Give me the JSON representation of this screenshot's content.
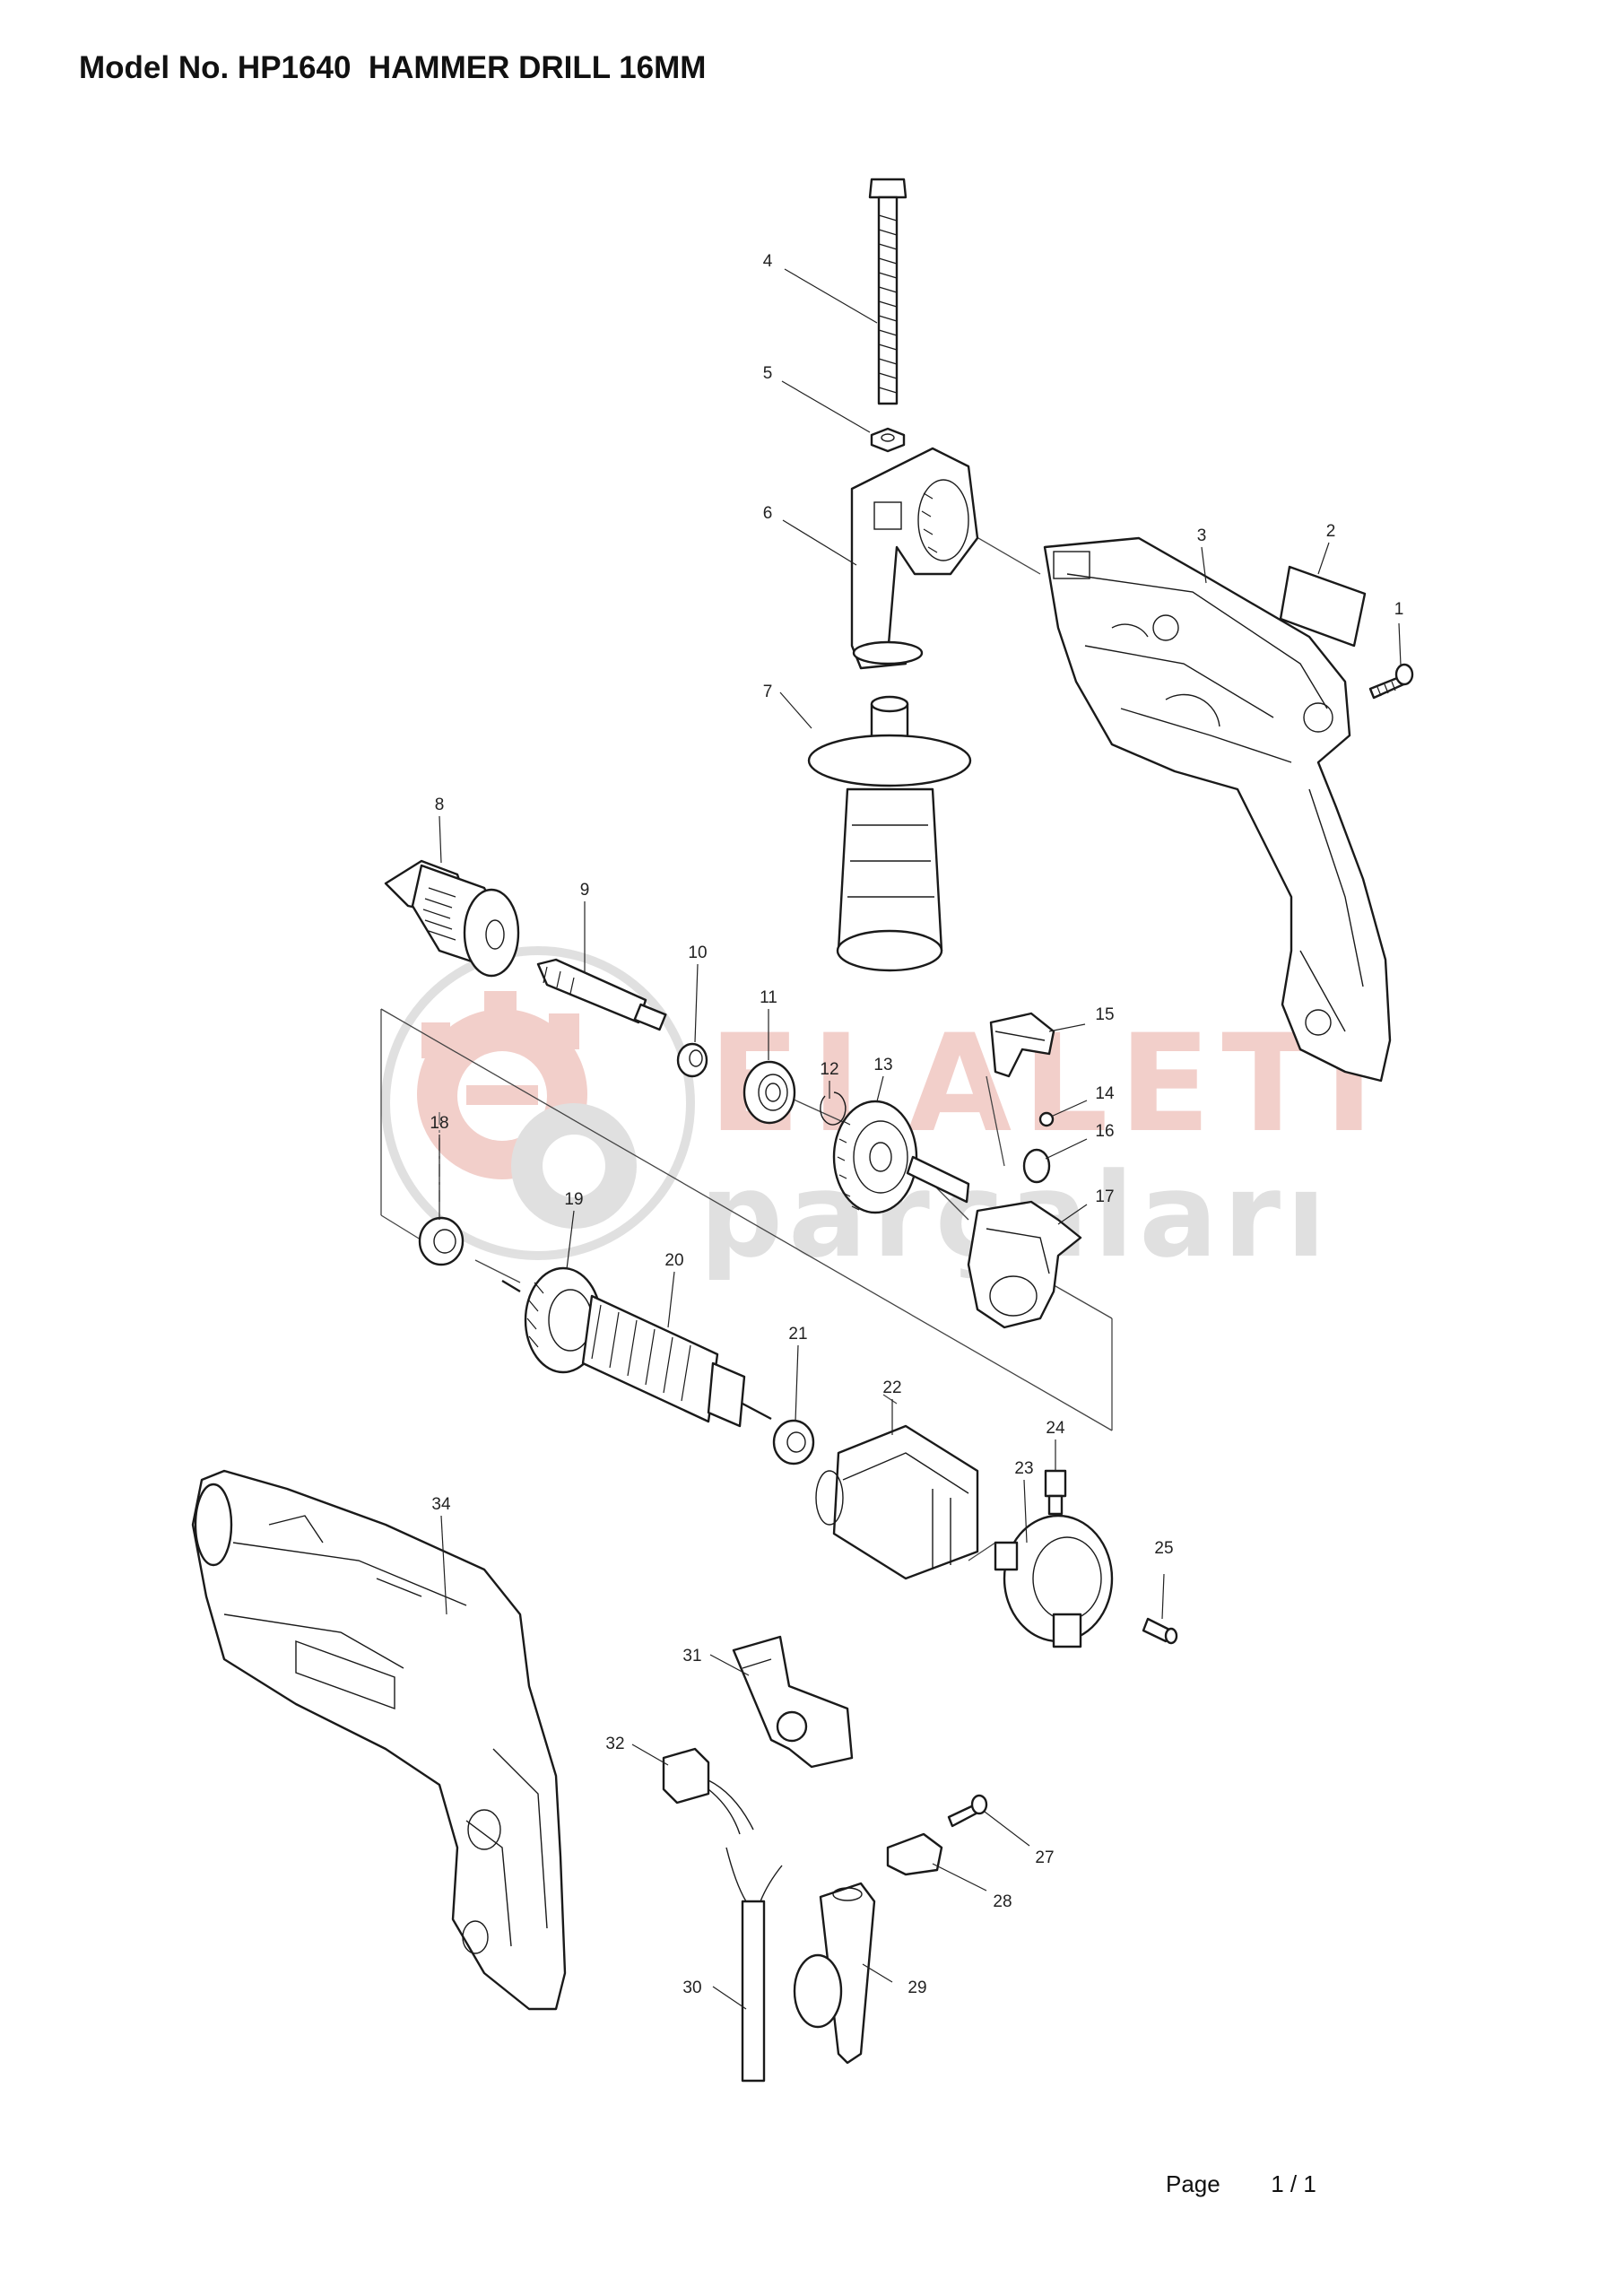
{
  "title": "Model No. HP1640  HAMMER DRILL 16MM",
  "footer": {
    "page_label": "Page",
    "page_number": "1 / 1"
  },
  "watermark": {
    "brand": "ELALETI",
    "sub": "parçaları",
    "color_primary": "#e8a8a0",
    "color_secondary": "#c8c8c8"
  },
  "parts": [
    {
      "id": "p1",
      "label": "1"
    },
    {
      "id": "p2",
      "label": "2"
    },
    {
      "id": "p3",
      "label": "3"
    },
    {
      "id": "p4",
      "label": "4"
    },
    {
      "id": "p5",
      "label": "5"
    },
    {
      "id": "p6",
      "label": "6"
    },
    {
      "id": "p7",
      "label": "7"
    },
    {
      "id": "p8",
      "label": "8"
    },
    {
      "id": "p9",
      "label": "9"
    },
    {
      "id": "p10",
      "label": "10"
    },
    {
      "id": "p11",
      "label": "11"
    },
    {
      "id": "p12",
      "label": "12"
    },
    {
      "id": "p13",
      "label": "13"
    },
    {
      "id": "p14",
      "label": "14"
    },
    {
      "id": "p15",
      "label": "15"
    },
    {
      "id": "p16",
      "label": "16"
    },
    {
      "id": "p17",
      "label": "17"
    },
    {
      "id": "p18",
      "label": "18"
    },
    {
      "id": "p19",
      "label": "19"
    },
    {
      "id": "p20",
      "label": "20"
    },
    {
      "id": "p21",
      "label": "21"
    },
    {
      "id": "p22",
      "label": "22"
    },
    {
      "id": "p23",
      "label": "23"
    },
    {
      "id": "p24",
      "label": "24"
    },
    {
      "id": "p25",
      "label": "25"
    },
    {
      "id": "p27",
      "label": "27"
    },
    {
      "id": "p28",
      "label": "28"
    },
    {
      "id": "p29",
      "label": "29"
    },
    {
      "id": "p30",
      "label": "30"
    },
    {
      "id": "p31",
      "label": "31"
    },
    {
      "id": "p32",
      "label": "32"
    },
    {
      "id": "p34",
      "label": "34"
    }
  ]
}
